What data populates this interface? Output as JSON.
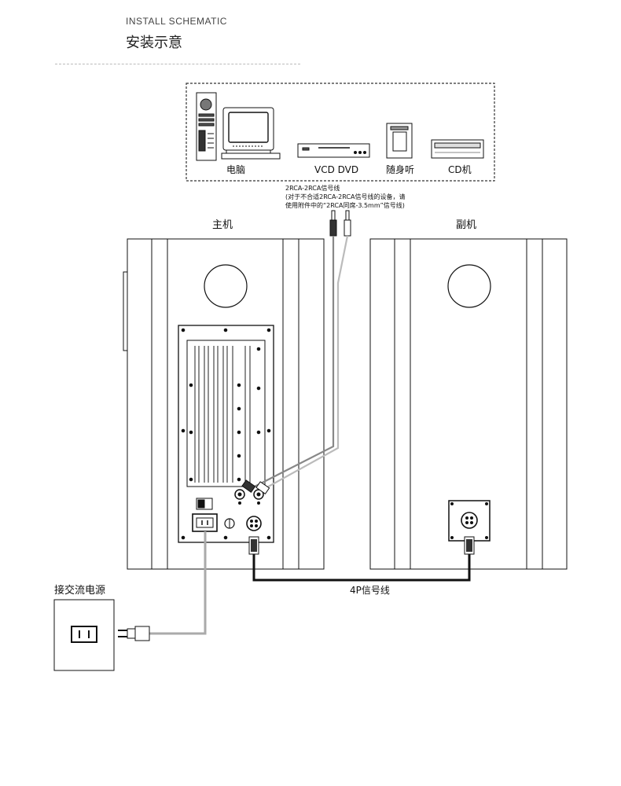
{
  "header": {
    "title_en": "INSTALL SCHEMATIC",
    "title_cn": "安装示意"
  },
  "sources": {
    "items": [
      {
        "label": "电脑"
      },
      {
        "label": "VCD DVD"
      },
      {
        "label": "随身听"
      },
      {
        "label": "CD机"
      }
    ]
  },
  "cable_note": {
    "line1": "2RCA-2RCA信号线",
    "line2": "(对于不合适2RCA-2RCA信号线的设备，请",
    "line3": "使用附件中的“2RCA同席-3.5mm”信号线)"
  },
  "speakers": {
    "main_label": "主机",
    "sub_label": "副机"
  },
  "power": {
    "label": "接交流电源"
  },
  "link_cable": {
    "label": "4P信号线"
  }
}
